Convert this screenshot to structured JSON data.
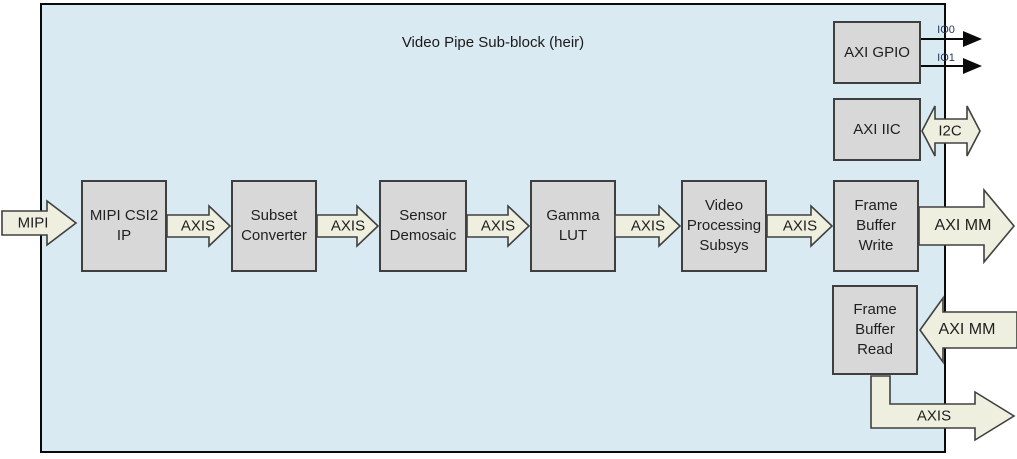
{
  "title": "Video Pipe Sub-block (heir)",
  "colors": {
    "container_fill": "#daeaf2",
    "container_border": "#0a0a0a",
    "block_fill": "#d8d8d8",
    "block_border": "#3f3f3f",
    "arrow_fill": "#efefdf",
    "arrow_border": "#404040",
    "signal_color": "#0a0a0a",
    "io_label_color": "#1f3864",
    "text_color": "#1f1f1f"
  },
  "blocks": [
    {
      "id": "mipi-csi2-ip",
      "lines": [
        "MIPI CSI2",
        "IP"
      ]
    },
    {
      "id": "subset-converter",
      "lines": [
        "Subset",
        "Converter"
      ]
    },
    {
      "id": "sensor-demosaic",
      "lines": [
        "Sensor",
        "Demosaic"
      ]
    },
    {
      "id": "gamma-lut",
      "lines": [
        "Gamma",
        "LUT"
      ]
    },
    {
      "id": "video-processing-subsys",
      "lines": [
        "Video",
        "Processing",
        "Subsys"
      ]
    },
    {
      "id": "frame-buffer-write",
      "lines": [
        "Frame",
        "Buffer",
        "Write"
      ]
    },
    {
      "id": "axi-gpio",
      "lines": [
        "AXI GPIO"
      ]
    },
    {
      "id": "axi-iic",
      "lines": [
        "AXI IIC"
      ]
    },
    {
      "id": "frame-buffer-read",
      "lines": [
        "Frame",
        "Buffer",
        "Read"
      ]
    }
  ],
  "arrows": {
    "mipi_in": "MIPI",
    "axis_1": "AXIS",
    "axis_2": "AXIS",
    "axis_3": "AXIS",
    "axis_4": "AXIS",
    "axis_5": "AXIS",
    "axi_mm_write": "AXI MM",
    "axi_mm_read": "AXI MM",
    "i2c": "I2C",
    "io0": "IO0",
    "io1": "IO1",
    "axis_out": "AXIS"
  }
}
